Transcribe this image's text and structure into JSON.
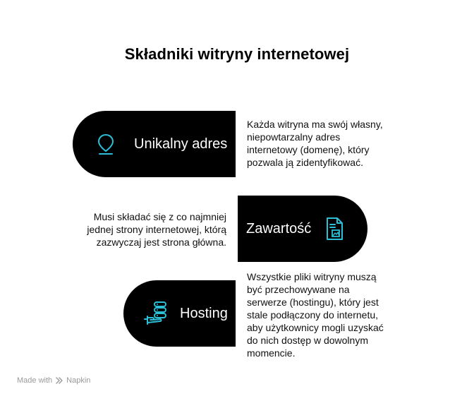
{
  "title": "Składniki witryny internetowej",
  "accent_color": "#2bc0d8",
  "items": [
    {
      "label": "Unikalny adres",
      "icon": "location-pin-icon",
      "description": [
        "Każda witryna ma swój własny,",
        "niepowtarzalny adres",
        "internetowy (domenę), który",
        "pozwala ją zidentyfikować."
      ]
    },
    {
      "label": "Zawartość",
      "icon": "document-image-icon",
      "description": [
        "Musi składać się z co najmniej",
        "jednej strony internetowej, którą",
        "zazwyczaj jest strona główna."
      ]
    },
    {
      "label": "Hosting",
      "icon": "server-hand-icon",
      "description": [
        "Wszystkie pliki witryny muszą",
        "być przechowywane na",
        "serwerze (hostingu), który jest",
        "stale podłączony do internetu,",
        "aby użytkownicy mogli uzyskać",
        "do nich dostęp w dowolnym",
        "momencie."
      ]
    }
  ],
  "footer": {
    "made_with": "Made with",
    "brand": "Napkin"
  }
}
